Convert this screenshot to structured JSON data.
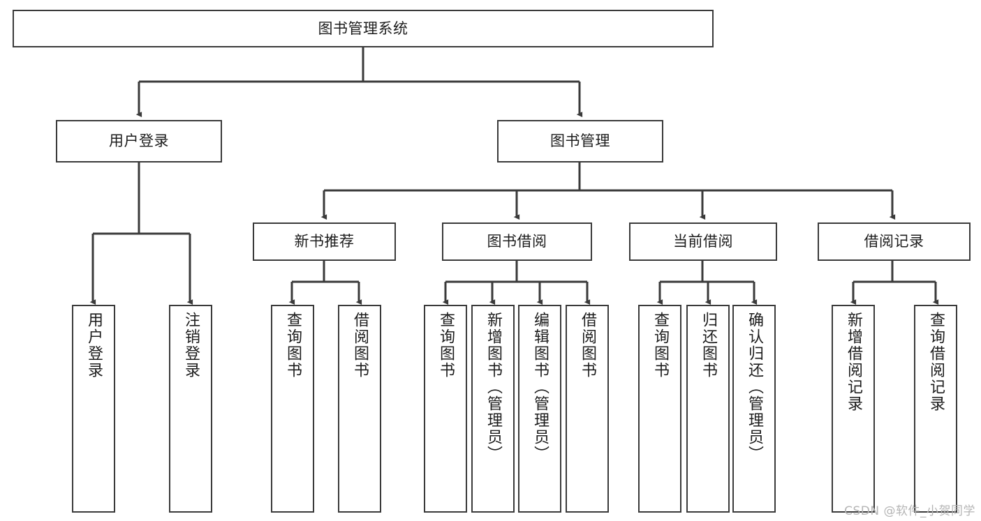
{
  "diagram": {
    "type": "tree-hierarchy",
    "title": "图书管理系统",
    "watermark": "CSDN @软件_小贺同学",
    "colors": {
      "stroke": "#3a3a3a",
      "fill": "#ffffff",
      "text": "#1c1c1c",
      "watermark": "#b5b5b5"
    },
    "nodes": {
      "root": {
        "label": "图书管理系统"
      },
      "level2": [
        {
          "id": "user-login",
          "label": "用户登录"
        },
        {
          "id": "book-manage",
          "label": "图书管理"
        }
      ],
      "level3": [
        {
          "id": "new-book-recommend",
          "label": "新书推荐"
        },
        {
          "id": "book-borrow",
          "label": "图书借阅"
        },
        {
          "id": "current-borrow",
          "label": "当前借阅"
        },
        {
          "id": "borrow-record",
          "label": "借阅记录"
        }
      ],
      "leaves": [
        {
          "id": "leaf-user-login",
          "label": "用户登录",
          "parent": "user-login"
        },
        {
          "id": "leaf-logout",
          "label": "注销登录",
          "parent": "user-login"
        },
        {
          "id": "leaf-query-book-1",
          "label": "查询图书",
          "parent": "new-book-recommend"
        },
        {
          "id": "leaf-borrow-book-1",
          "label": "借阅图书",
          "parent": "new-book-recommend"
        },
        {
          "id": "leaf-query-book-2",
          "label": "查询图书",
          "parent": "book-borrow"
        },
        {
          "id": "leaf-add-book",
          "label": "新增图书（管理员）",
          "parent": "book-borrow"
        },
        {
          "id": "leaf-edit-book",
          "label": "编辑图书（管理员）",
          "parent": "book-borrow"
        },
        {
          "id": "leaf-borrow-book-2",
          "label": "借阅图书",
          "parent": "book-borrow"
        },
        {
          "id": "leaf-query-book-3",
          "label": "查询图书",
          "parent": "current-borrow"
        },
        {
          "id": "leaf-return-book",
          "label": "归还图书",
          "parent": "current-borrow"
        },
        {
          "id": "leaf-confirm-return",
          "label": "确认归还（管理员）",
          "parent": "current-borrow"
        },
        {
          "id": "leaf-add-record",
          "label": "新增借阅记录",
          "parent": "borrow-record"
        },
        {
          "id": "leaf-query-record",
          "label": "查询借阅记录",
          "parent": "borrow-record"
        }
      ]
    }
  }
}
